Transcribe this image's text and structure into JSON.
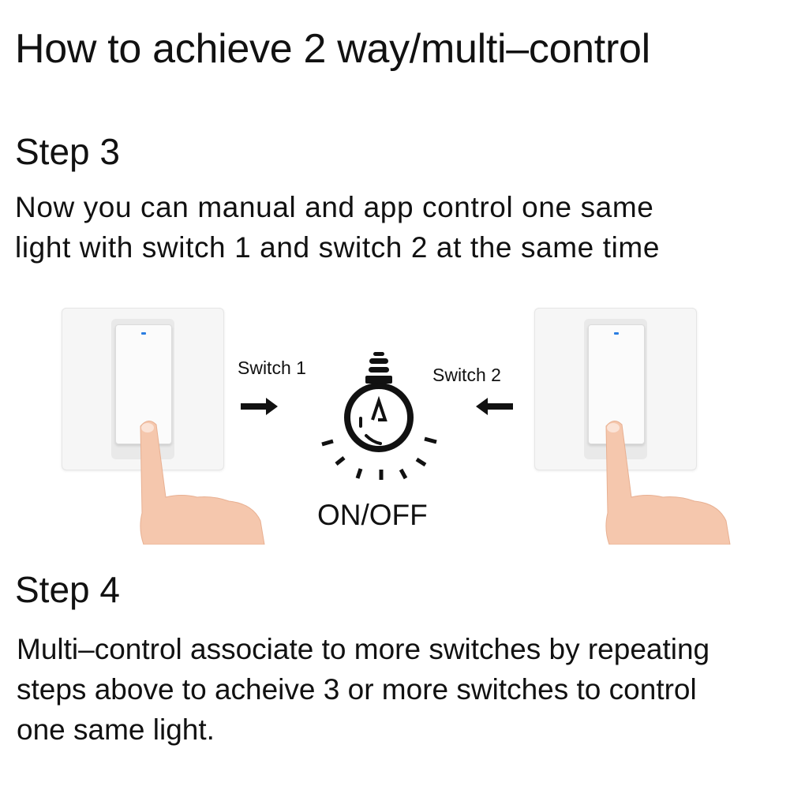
{
  "header": {
    "title": "How to achieve 2 way/multi–control"
  },
  "step3": {
    "heading": "Step 3",
    "line1": "Now you can manual and app control one same",
    "line2": "light with switch 1 and switch 2 at the same time"
  },
  "diagram": {
    "switch1_label": "Switch 1",
    "switch2_label": "Switch 2",
    "bulb_label": "ON/OFF",
    "led_color": "#2a7de1",
    "icons": [
      "light-switch",
      "pointing-hand",
      "arrow-right",
      "arrow-left",
      "light-bulb"
    ]
  },
  "step4": {
    "heading": "Step 4",
    "line1": "Multi–control associate to more switches by repeating",
    "line2": "steps above to acheive 3 or more switches to control",
    "line3": "one same light."
  }
}
